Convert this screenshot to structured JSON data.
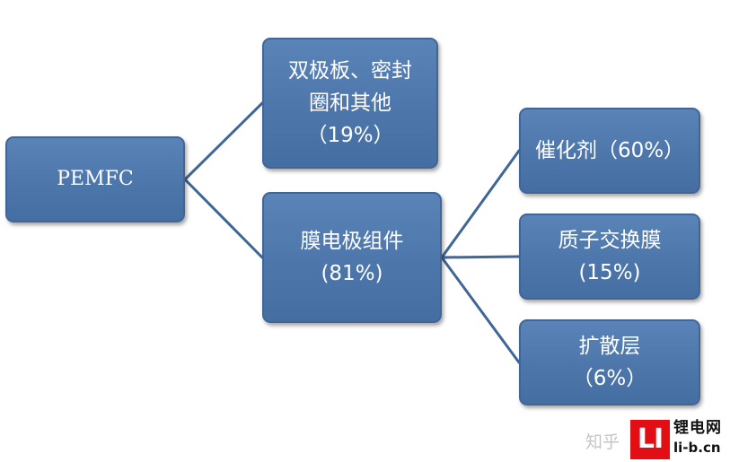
{
  "diagram": {
    "root": {
      "label": "PEMFC"
    },
    "level1": [
      {
        "lines": [
          "双极板、密封",
          "圈和其他",
          "（19%）"
        ]
      },
      {
        "lines": [
          "膜电极组件",
          "(81%)"
        ]
      }
    ],
    "level2": [
      {
        "lines": [
          "催化剂（60%）"
        ]
      },
      {
        "lines": [
          "质子交换膜",
          "(15%)"
        ]
      },
      {
        "lines": [
          "扩散层",
          "（6%）"
        ]
      }
    ],
    "colors": {
      "node_fill": "#4f79ae",
      "node_border": "#3f6696",
      "connector": "#3f6696",
      "text": "#ffffff"
    }
  },
  "watermark": {
    "zhihu": "知乎",
    "logo_letters": "LI",
    "site_name": "锂电网",
    "site_url": "li-b.cn",
    "logo_color": "#e30e14"
  }
}
